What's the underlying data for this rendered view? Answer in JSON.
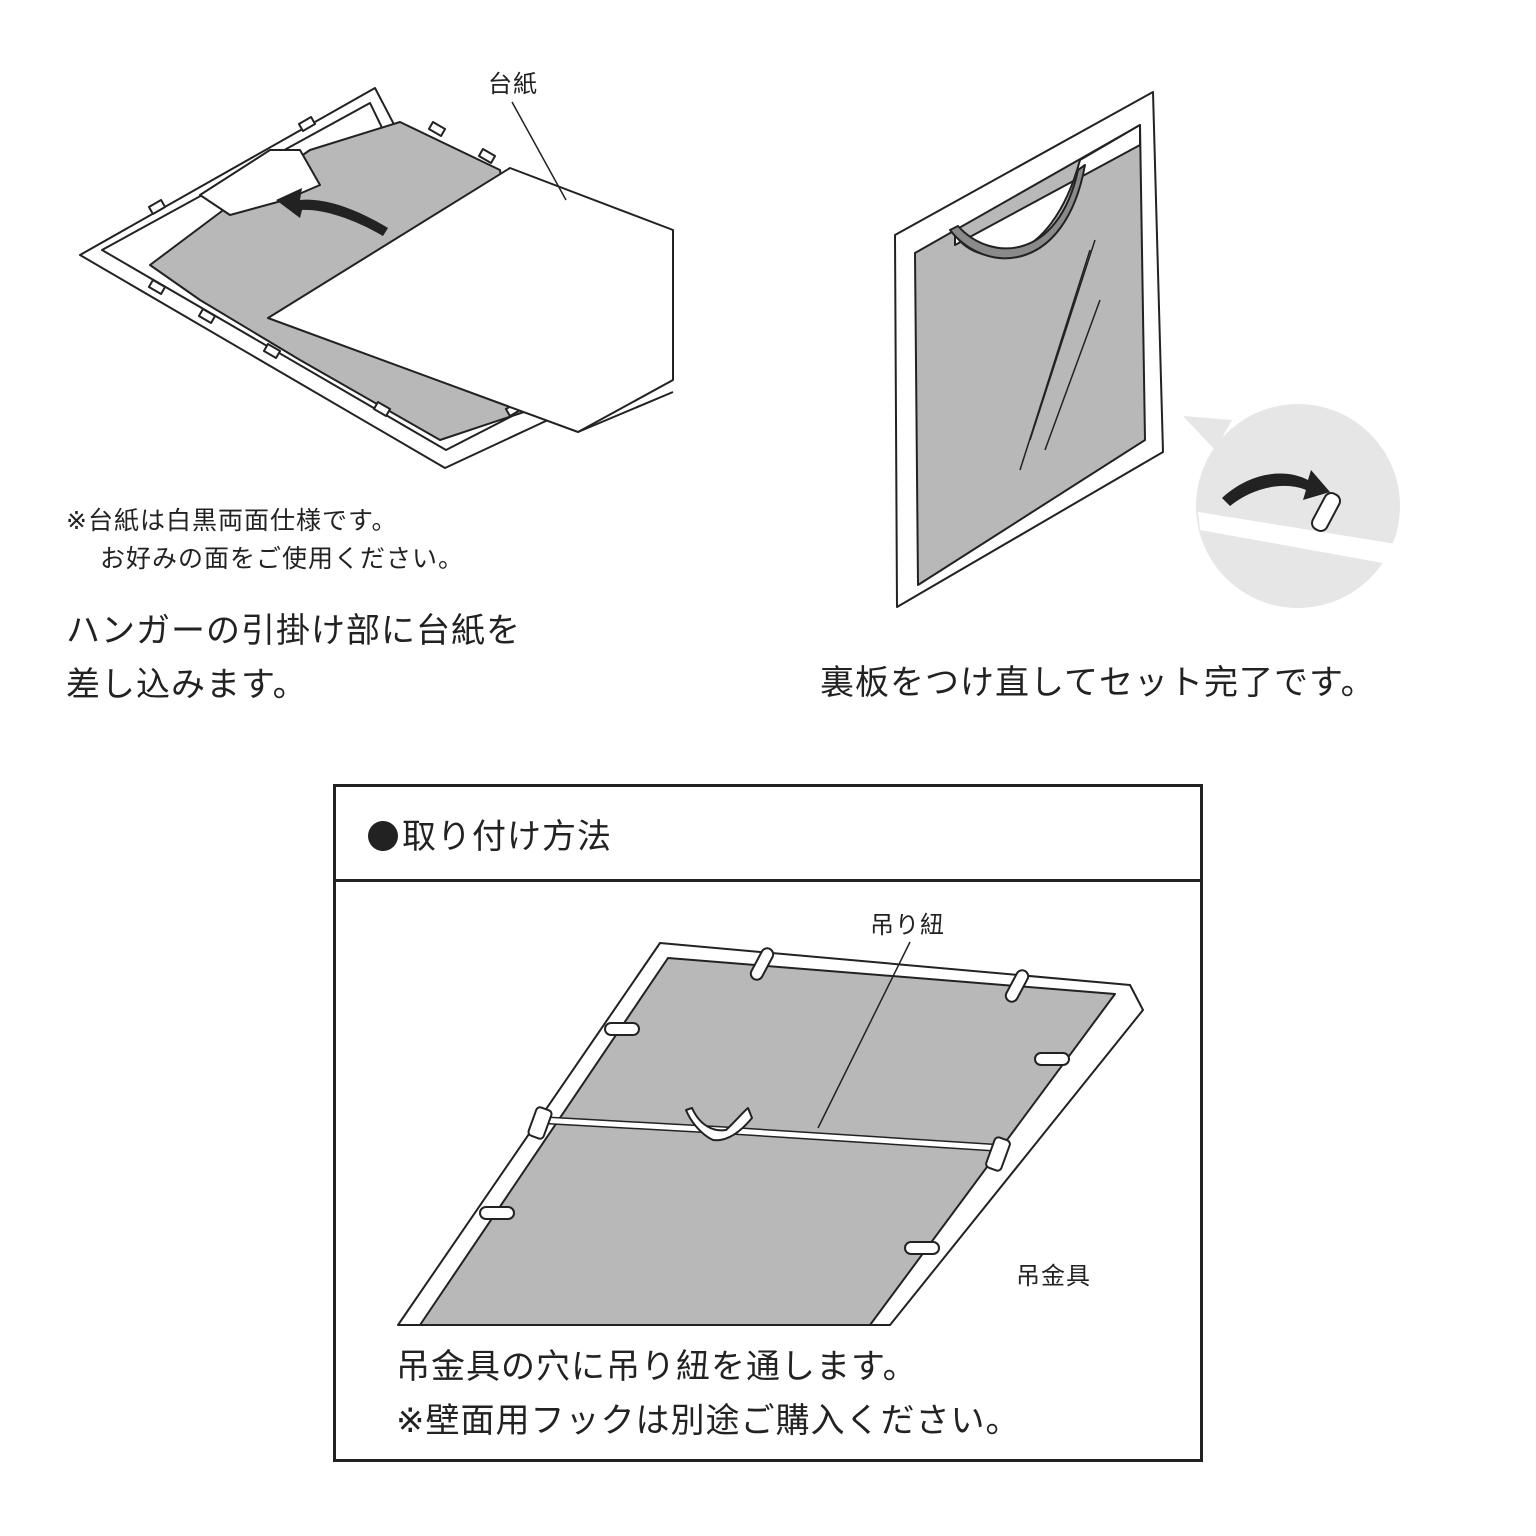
{
  "step_insert": {
    "label_mount": "台紙",
    "note_lines": [
      "※台紙は白黒両面仕様です。",
      "お好みの面をご使用ください。"
    ],
    "caption_lines": [
      "ハンガーの引掛け部に台紙を",
      "差し込みます。"
    ]
  },
  "step_finish": {
    "caption": "裏板をつけ直してセット完了です。"
  },
  "mounting": {
    "title": "取り付け方法",
    "label_cord": "吊り紐",
    "label_hanger": "吊金具",
    "caption_lines": [
      "吊金具の穴に吊り紐を通します。",
      "※壁面用フックは別途ご購入ください。"
    ]
  },
  "colors": {
    "ink": "#222222",
    "tshirt_gray": "#b8b8b8",
    "frame_white": "#ffffff",
    "zoom_circle": "#e6e6e6"
  }
}
